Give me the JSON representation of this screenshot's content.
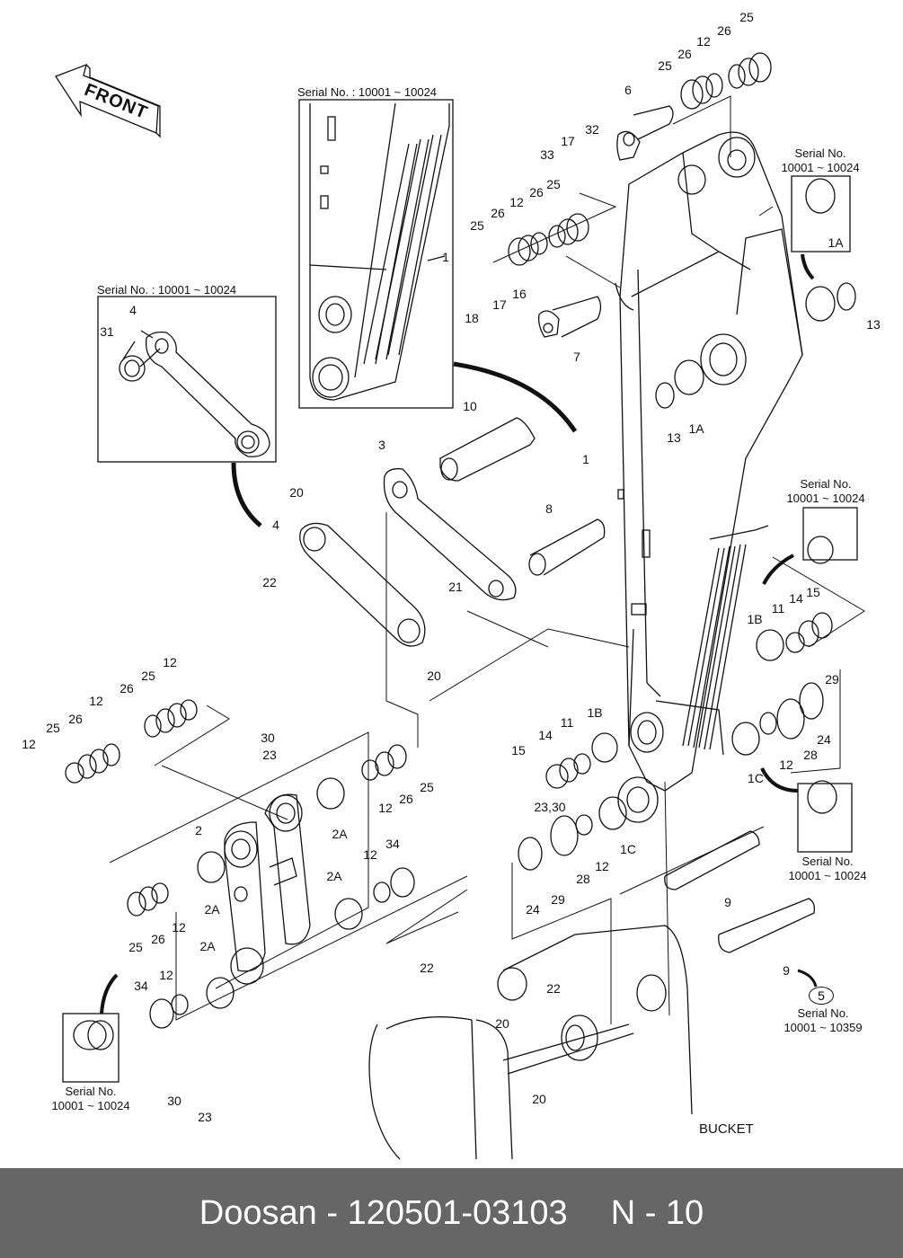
{
  "diagram": {
    "title": "Boom / Arm Link Assembly Exploded View",
    "front_arrow_label": "FRONT",
    "bucket_label": "BUCKET",
    "serial_inline": [
      {
        "id": "arm-inset",
        "text": "Serial No. : 10001 ~ 10024"
      },
      {
        "id": "link-inset",
        "text": "Serial No. : 10001 ~ 10024"
      }
    ],
    "serial_notes": [
      {
        "id": "1A",
        "line1": "Serial No.",
        "line2": "10001 ~ 10024",
        "part": "1A"
      },
      {
        "id": "1B",
        "line1": "Serial No.",
        "line2": "10001 ~ 10024",
        "part": "1B"
      },
      {
        "id": "1C",
        "line1": "Serial No.",
        "line2": "10001 ~ 10024",
        "part": "1C"
      },
      {
        "id": "2A",
        "line1": "Serial No.",
        "line2": "10001 ~ 10024",
        "part": "2A"
      },
      {
        "id": "5",
        "line1": "Serial No.",
        "line2": "10001 ~ 10359",
        "part": "5"
      }
    ],
    "callouts": [
      {
        "t": "25"
      },
      {
        "t": "26"
      },
      {
        "t": "12"
      },
      {
        "t": "26"
      },
      {
        "t": "25"
      },
      {
        "t": "6"
      },
      {
        "t": "32"
      },
      {
        "t": "17"
      },
      {
        "t": "33"
      },
      {
        "t": "25"
      },
      {
        "t": "26"
      },
      {
        "t": "12"
      },
      {
        "t": "26"
      },
      {
        "t": "25"
      },
      {
        "t": "18"
      },
      {
        "t": "17"
      },
      {
        "t": "16"
      },
      {
        "t": "7"
      },
      {
        "t": "1"
      },
      {
        "t": "1"
      },
      {
        "t": "13"
      },
      {
        "t": "1A"
      },
      {
        "t": "13"
      },
      {
        "t": "1A"
      },
      {
        "t": "10"
      },
      {
        "t": "3"
      },
      {
        "t": "8"
      },
      {
        "t": "4"
      },
      {
        "t": "31"
      },
      {
        "t": "20"
      },
      {
        "t": "4"
      },
      {
        "t": "22"
      },
      {
        "t": "21"
      },
      {
        "t": "20"
      },
      {
        "t": "12"
      },
      {
        "t": "25"
      },
      {
        "t": "26"
      },
      {
        "t": "12"
      },
      {
        "t": "25"
      },
      {
        "t": "26"
      },
      {
        "t": "12"
      },
      {
        "t": "30"
      },
      {
        "t": "23"
      },
      {
        "t": "2"
      },
      {
        "t": "2A"
      },
      {
        "t": "12"
      },
      {
        "t": "26"
      },
      {
        "t": "25"
      },
      {
        "t": "2A"
      },
      {
        "t": "2A"
      },
      {
        "t": "12"
      },
      {
        "t": "34"
      },
      {
        "t": "25"
      },
      {
        "t": "26"
      },
      {
        "t": "12"
      },
      {
        "t": "2A"
      },
      {
        "t": "34"
      },
      {
        "t": "12"
      },
      {
        "t": "30"
      },
      {
        "t": "23"
      },
      {
        "t": "1B"
      },
      {
        "t": "11"
      },
      {
        "t": "14"
      },
      {
        "t": "15"
      },
      {
        "t": "29"
      },
      {
        "t": "24"
      },
      {
        "t": "28"
      },
      {
        "t": "12"
      },
      {
        "t": "1C"
      },
      {
        "t": "15"
      },
      {
        "t": "14"
      },
      {
        "t": "11"
      },
      {
        "t": "1B"
      },
      {
        "t": "23,30"
      },
      {
        "t": "1C"
      },
      {
        "t": "12"
      },
      {
        "t": "28"
      },
      {
        "t": "24"
      },
      {
        "t": "29"
      },
      {
        "t": "9"
      },
      {
        "t": "9"
      },
      {
        "t": "22"
      },
      {
        "t": "22"
      },
      {
        "t": "20"
      },
      {
        "t": "20"
      }
    ]
  },
  "footer": {
    "brand": "Doosan",
    "part_number": "120501-03103",
    "dash": "-",
    "page_ref": "N - 10"
  }
}
